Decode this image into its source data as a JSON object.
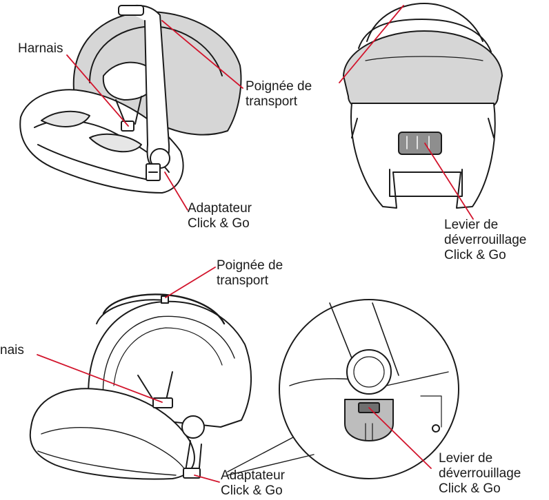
{
  "colors": {
    "callout_line": "#d2142c",
    "outline": "#1a1a1a",
    "canopy_fill": "#d6d6d6",
    "panel_fill": "#c8c8c8",
    "lever_fill": "#8e8e8e"
  },
  "labels": {
    "top_left_harness": "Harnais",
    "top_left_handle": [
      "Poignée de",
      "transport"
    ],
    "top_left_adapter": [
      "Adaptateur",
      "Click & Go"
    ],
    "top_right_lever": [
      "Levier de",
      "déverrouillage",
      "Click & Go"
    ],
    "bottom_left_handle": [
      "Poignée de",
      "transport"
    ],
    "bottom_left_harness": "nais",
    "bottom_left_adapter": [
      "Adaptateur",
      "Click & Go"
    ],
    "bottom_right_lever": [
      "Levier de",
      "déverrouillage",
      "Click & Go"
    ]
  }
}
